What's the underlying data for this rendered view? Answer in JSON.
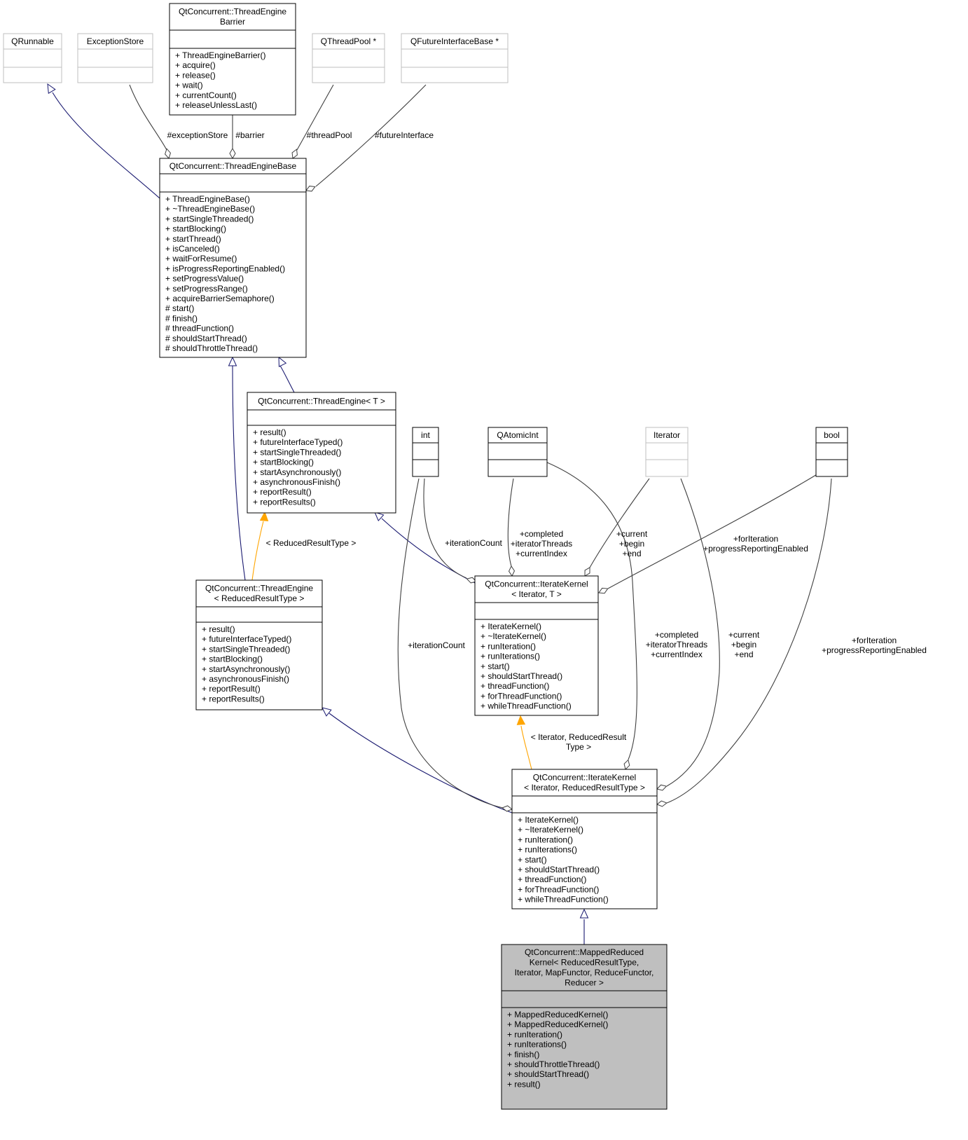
{
  "classes": {
    "qrunnable": {
      "title": [
        "QRunnable"
      ],
      "members": [],
      "style": "gray"
    },
    "exceptionstore": {
      "title": [
        "ExceptionStore"
      ],
      "members": [],
      "style": "gray"
    },
    "barrier": {
      "title": [
        "QtConcurrent::ThreadEngine",
        "Barrier"
      ],
      "members": [
        "+ ThreadEngineBarrier()",
        "+ acquire()",
        "+ release()",
        "+ wait()",
        "+ currentCount()",
        "+ releaseUnlessLast()"
      ],
      "style": "normal"
    },
    "qthreadpool": {
      "title": [
        "QThreadPool *"
      ],
      "members": [],
      "style": "gray"
    },
    "qfutureinterfacebase": {
      "title": [
        "QFutureInterfaceBase *"
      ],
      "members": [],
      "style": "gray"
    },
    "threadenginebase": {
      "title": [
        "QtConcurrent::ThreadEngineBase"
      ],
      "members": [
        "+ ThreadEngineBase()",
        "+ ~ThreadEngineBase()",
        "+ startSingleThreaded()",
        "+ startBlocking()",
        "+ startThread()",
        "+ isCanceled()",
        "+ waitForResume()",
        "+ isProgressReportingEnabled()",
        "+ setProgressValue()",
        "+ setProgressRange()",
        "+ acquireBarrierSemaphore()",
        "# start()",
        "# finish()",
        "# threadFunction()",
        "# shouldStartThread()",
        "# shouldThrottleThread()"
      ],
      "style": "normal"
    },
    "threadengine_t": {
      "title": [
        "QtConcurrent::ThreadEngine< T >"
      ],
      "members": [
        "+ result()",
        "+ futureInterfaceTyped()",
        "+ startSingleThreaded()",
        "+ startBlocking()",
        "+ startAsynchronously()",
        "+ asynchronousFinish()",
        "+ reportResult()",
        "+ reportResults()"
      ],
      "style": "normal"
    },
    "int": {
      "title": [
        "int"
      ],
      "members": [],
      "style": "normal"
    },
    "qatomicint": {
      "title": [
        "QAtomicInt"
      ],
      "members": [],
      "style": "normal"
    },
    "iterator": {
      "title": [
        "Iterator"
      ],
      "members": [],
      "style": "gray"
    },
    "bool": {
      "title": [
        "bool"
      ],
      "members": [],
      "style": "normal"
    },
    "threadengine_rrt": {
      "title": [
        "QtConcurrent::ThreadEngine",
        "< ReducedResultType >"
      ],
      "members": [
        "+ result()",
        "+ futureInterfaceTyped()",
        "+ startSingleThreaded()",
        "+ startBlocking()",
        "+ startAsynchronously()",
        "+ asynchronousFinish()",
        "+ reportResult()",
        "+ reportResults()"
      ],
      "style": "normal"
    },
    "iteratekernel_t": {
      "title": [
        "QtConcurrent::IterateKernel",
        "< Iterator, T >"
      ],
      "members": [
        "+ IterateKernel()",
        "+ ~IterateKernel()",
        "+ runIteration()",
        "+ runIterations()",
        "+ start()",
        "+ shouldStartThread()",
        "+ threadFunction()",
        "+ forThreadFunction()",
        "+ whileThreadFunction()"
      ],
      "style": "normal"
    },
    "iteratekernel_rrt": {
      "title": [
        "QtConcurrent::IterateKernel",
        "< Iterator, ReducedResultType >"
      ],
      "members": [
        "+ IterateKernel()",
        "+ ~IterateKernel()",
        "+ runIteration()",
        "+ runIterations()",
        "+ start()",
        "+ shouldStartThread()",
        "+ threadFunction()",
        "+ forThreadFunction()",
        "+ whileThreadFunction()"
      ],
      "style": "normal"
    },
    "mappedreduced": {
      "title": [
        "QtConcurrent::MappedReduced",
        "Kernel< ReducedResultType,",
        " Iterator, MapFunctor, ReduceFunctor,",
        "Reducer >"
      ],
      "members": [
        "+ MappedReducedKernel()",
        "+ MappedReducedKernel()",
        "+ runIteration()",
        "+ runIterations()",
        "+ finish()",
        "+ shouldThrottleThread()",
        "+ shouldStartThread()",
        "+ result()"
      ],
      "style": "highlight"
    }
  },
  "edge_labels": {
    "exceptionstore": [
      "#exceptionStore"
    ],
    "barrier": [
      "#barrier"
    ],
    "threadpool": [
      "#threadPool"
    ],
    "futureinterface": [
      "#futureInterface"
    ],
    "template_rrt": [
      "< ReducedResultType >"
    ],
    "itercount_t": [
      "+iterationCount"
    ],
    "atomic_t": [
      "+completed",
      "+iteratorThreads",
      "+currentIndex"
    ],
    "iterator_t": [
      "+current",
      "+begin",
      "+end"
    ],
    "bool_t": [
      "+forIteration",
      "+progressReportingEnabled"
    ],
    "itercount_rrt": [
      "+iterationCount"
    ],
    "atomic_rrt": [
      "+completed",
      "+iteratorThreads",
      "+currentIndex"
    ],
    "iterator_rrt": [
      "+current",
      "+begin",
      "+end"
    ],
    "bool_rrt": [
      "+forIteration",
      "+progressReportingEnabled"
    ],
    "template_ik": [
      "< Iterator, ReducedResult",
      "Type >"
    ]
  },
  "colors": {
    "inheritance": "#191970",
    "template": "#ffa500",
    "usage": "#404040",
    "gray_border": "#bfbfbf",
    "highlight_fill": "#bfbfbf"
  }
}
